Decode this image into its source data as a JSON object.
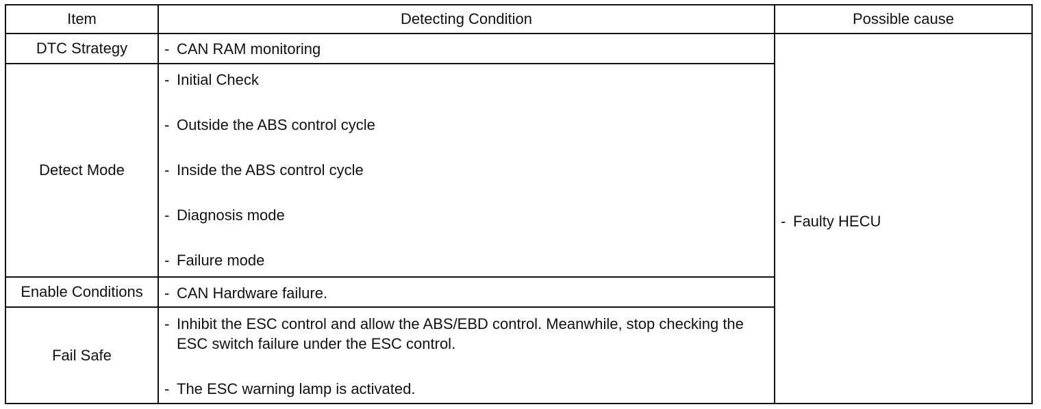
{
  "table": {
    "headers": {
      "item": "Item",
      "condition": "Detecting Condition",
      "cause": "Possible cause"
    },
    "rows": [
      {
        "item": "DTC Strategy",
        "conditions": [
          "CAN RAM monitoring"
        ]
      },
      {
        "item": "Detect Mode",
        "conditions": [
          "Initial Check",
          "Outside the ABS control cycle",
          "Inside the ABS control cycle",
          "Diagnosis mode",
          "Failure mode"
        ]
      },
      {
        "item": "Enable Conditions",
        "conditions": [
          "CAN Hardware failure."
        ]
      },
      {
        "item": "Fail Safe",
        "conditions": [
          "Inhibit the ESC control and allow the ABS/EBD control. Meanwhile, stop checking the ESC switch failure under the ESC control.",
          "The ESC warning lamp is activated."
        ]
      }
    ],
    "possible_cause": [
      "Faulty HECU"
    ]
  }
}
